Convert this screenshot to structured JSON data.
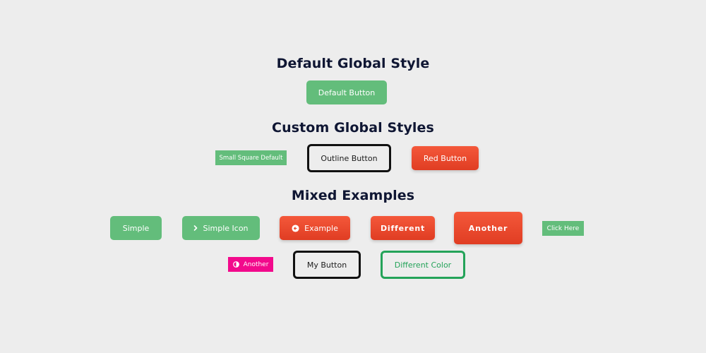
{
  "sections": {
    "default_global": {
      "heading": "Default Global Style",
      "default_button": "Default Button"
    },
    "custom_global": {
      "heading": "Custom Global Styles",
      "small_square": "Small Square Default",
      "outline": "Outline Button",
      "red": "Red Button"
    },
    "mixed": {
      "heading": "Mixed Examples",
      "row1": {
        "simple": "Simple",
        "simple_icon": "Simple Icon",
        "example": "Example",
        "different": "Different",
        "another": "Another",
        "click_here": "Click Here"
      },
      "row2": {
        "another_pink": "Another",
        "my_button": "My Button",
        "different_color": "Different Color"
      }
    }
  },
  "icons": {
    "simple_icon": "chevron-right-icon",
    "example": "arrow-circle-left-icon",
    "another_pink": "half-circle-icon"
  },
  "colors": {
    "background": "#ededed",
    "green": "#63bd7b",
    "red": "#e84a2d",
    "pink": "#f20a8c",
    "outline_green": "#24a359",
    "outline_black": "#111111",
    "heading": "#0f1633"
  }
}
